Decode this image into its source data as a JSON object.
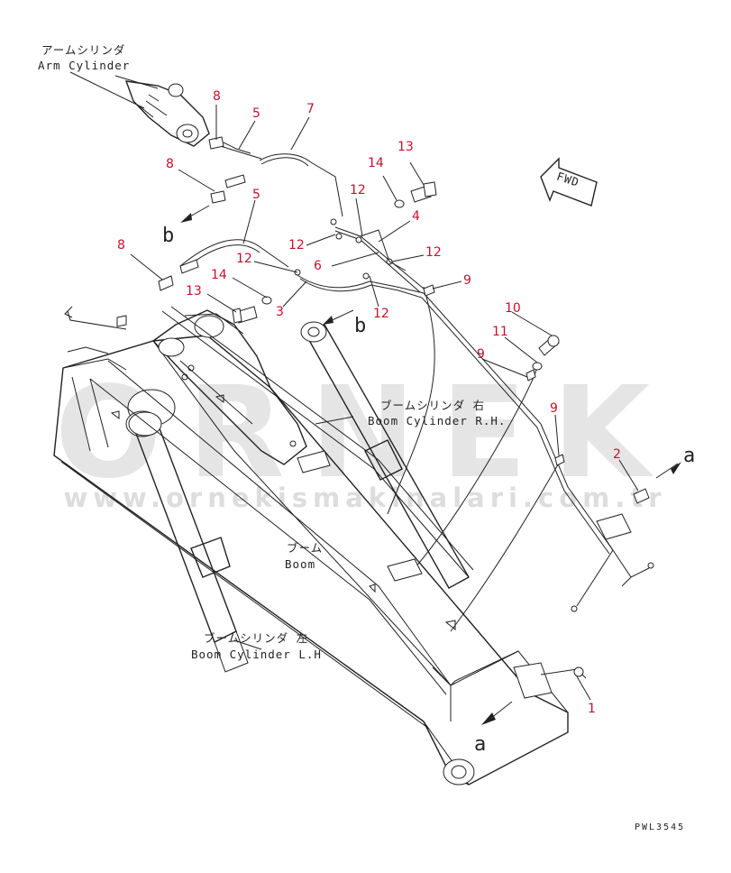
{
  "labels": {
    "arm_cylinder_jp": "アームシリンダ",
    "arm_cylinder_en": "Arm Cylinder",
    "boom_cylinder_rh_jp": "ブームシリンダ 右",
    "boom_cylinder_rh_en": "Boom Cylinder R.H.",
    "boom_jp": "ブーム",
    "boom_en": "Boom",
    "boom_cylinder_lh_jp": "ブームシリンダ 左",
    "boom_cylinder_lh_en": "Boom Cylinder L.H",
    "fwd": "FWD",
    "view_a_top": "a",
    "view_a_bottom": "a",
    "view_b_left": "b",
    "view_b_center": "b"
  },
  "callouts": [
    "8",
    "5",
    "7",
    "8",
    "5",
    "8",
    "13",
    "14",
    "12",
    "12",
    "4",
    "12",
    "6",
    "12",
    "14",
    "13",
    "3",
    "12",
    "9",
    "10",
    "11",
    "9",
    "9",
    "2",
    "1"
  ],
  "drawing_code": "PWL3545",
  "watermark": {
    "brand": "ORNEK",
    "url": "www.ornekismakinalari.com.tr"
  }
}
